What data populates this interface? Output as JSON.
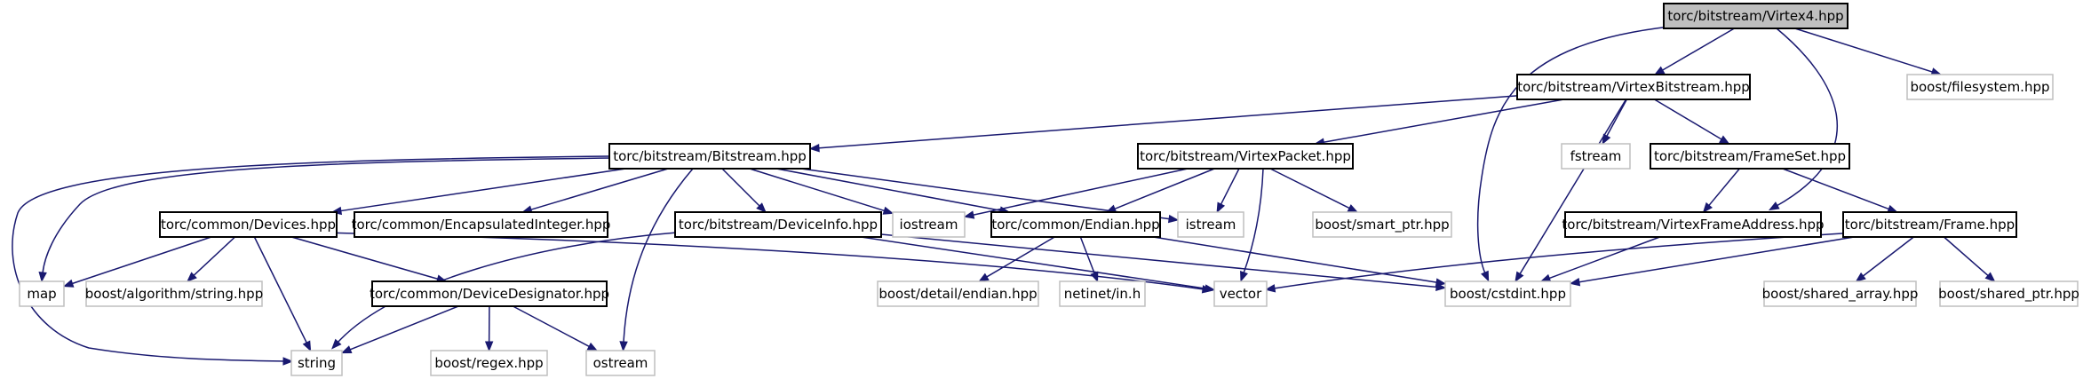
{
  "diagram": {
    "nodes": [
      {
        "id": "virtex4",
        "label": "torc/bitstream/Virtex4.hpp",
        "kind": "root"
      },
      {
        "id": "virtexbitstream",
        "label": "torc/bitstream/VirtexBitstream.hpp",
        "kind": "internal"
      },
      {
        "id": "filesystem",
        "label": "boost/filesystem.hpp",
        "kind": "external"
      },
      {
        "id": "bitstream",
        "label": "torc/bitstream/Bitstream.hpp",
        "kind": "internal"
      },
      {
        "id": "virtexpacket",
        "label": "torc/bitstream/VirtexPacket.hpp",
        "kind": "internal"
      },
      {
        "id": "fstream",
        "label": "fstream",
        "kind": "external"
      },
      {
        "id": "frameset",
        "label": "torc/bitstream/FrameSet.hpp",
        "kind": "internal"
      },
      {
        "id": "devices",
        "label": "torc/common/Devices.hpp",
        "kind": "internal"
      },
      {
        "id": "encapsulatedinteger",
        "label": "torc/common/EncapsulatedInteger.hpp",
        "kind": "internal"
      },
      {
        "id": "deviceinfo",
        "label": "torc/bitstream/DeviceInfo.hpp",
        "kind": "internal"
      },
      {
        "id": "iostream",
        "label": "iostream",
        "kind": "external"
      },
      {
        "id": "endian",
        "label": "torc/common/Endian.hpp",
        "kind": "internal"
      },
      {
        "id": "istream",
        "label": "istream",
        "kind": "external"
      },
      {
        "id": "smartptr",
        "label": "boost/smart_ptr.hpp",
        "kind": "external"
      },
      {
        "id": "virtexframeaddress",
        "label": "torc/bitstream/VirtexFrameAddress.hpp",
        "kind": "internal"
      },
      {
        "id": "frame",
        "label": "torc/bitstream/Frame.hpp",
        "kind": "internal"
      },
      {
        "id": "map",
        "label": "map",
        "kind": "external"
      },
      {
        "id": "algostring",
        "label": "boost/algorithm/string.hpp",
        "kind": "external"
      },
      {
        "id": "devicedesignator",
        "label": "torc/common/DeviceDesignator.hpp",
        "kind": "internal"
      },
      {
        "id": "detailendian",
        "label": "boost/detail/endian.hpp",
        "kind": "external"
      },
      {
        "id": "netinet",
        "label": "netinet/in.h",
        "kind": "external"
      },
      {
        "id": "vector",
        "label": "vector",
        "kind": "external"
      },
      {
        "id": "cstdint",
        "label": "boost/cstdint.hpp",
        "kind": "external"
      },
      {
        "id": "sharedarray",
        "label": "boost/shared_array.hpp",
        "kind": "external"
      },
      {
        "id": "sharedptr",
        "label": "boost/shared_ptr.hpp",
        "kind": "external"
      },
      {
        "id": "string",
        "label": "string",
        "kind": "external"
      },
      {
        "id": "regex",
        "label": "boost/regex.hpp",
        "kind": "external"
      },
      {
        "id": "ostream",
        "label": "ostream",
        "kind": "external"
      }
    ],
    "edges": [
      {
        "from": "virtex4",
        "to": "virtexbitstream"
      },
      {
        "from": "virtex4",
        "to": "filesystem"
      },
      {
        "from": "virtex4",
        "to": "cstdint"
      },
      {
        "from": "virtex4",
        "to": "virtexframeaddress"
      },
      {
        "from": "virtexbitstream",
        "to": "bitstream"
      },
      {
        "from": "virtexbitstream",
        "to": "virtexpacket"
      },
      {
        "from": "virtexbitstream",
        "to": "fstream"
      },
      {
        "from": "virtexbitstream",
        "to": "frameset"
      },
      {
        "from": "virtexbitstream",
        "to": "cstdint"
      },
      {
        "from": "bitstream",
        "to": "devices"
      },
      {
        "from": "bitstream",
        "to": "encapsulatedinteger"
      },
      {
        "from": "bitstream",
        "to": "deviceinfo"
      },
      {
        "from": "bitstream",
        "to": "iostream"
      },
      {
        "from": "bitstream",
        "to": "endian"
      },
      {
        "from": "bitstream",
        "to": "istream"
      },
      {
        "from": "bitstream",
        "to": "map"
      },
      {
        "from": "bitstream",
        "to": "string"
      },
      {
        "from": "bitstream",
        "to": "ostream"
      },
      {
        "from": "virtexpacket",
        "to": "iostream"
      },
      {
        "from": "virtexpacket",
        "to": "endian"
      },
      {
        "from": "virtexpacket",
        "to": "istream"
      },
      {
        "from": "virtexpacket",
        "to": "smartptr"
      },
      {
        "from": "virtexpacket",
        "to": "vector"
      },
      {
        "from": "frameset",
        "to": "virtexframeaddress"
      },
      {
        "from": "frameset",
        "to": "frame"
      },
      {
        "from": "devices",
        "to": "map"
      },
      {
        "from": "devices",
        "to": "algostring"
      },
      {
        "from": "devices",
        "to": "devicedesignator"
      },
      {
        "from": "devices",
        "to": "string"
      },
      {
        "from": "devices",
        "to": "vector"
      },
      {
        "from": "deviceinfo",
        "to": "string"
      },
      {
        "from": "deviceinfo",
        "to": "vector"
      },
      {
        "from": "deviceinfo",
        "to": "cstdint"
      },
      {
        "from": "endian",
        "to": "detailendian"
      },
      {
        "from": "endian",
        "to": "netinet"
      },
      {
        "from": "endian",
        "to": "cstdint"
      },
      {
        "from": "virtexframeaddress",
        "to": "cstdint"
      },
      {
        "from": "frame",
        "to": "vector"
      },
      {
        "from": "frame",
        "to": "cstdint"
      },
      {
        "from": "frame",
        "to": "sharedarray"
      },
      {
        "from": "frame",
        "to": "sharedptr"
      },
      {
        "from": "devicedesignator",
        "to": "string"
      },
      {
        "from": "devicedesignator",
        "to": "regex"
      },
      {
        "from": "devicedesignator",
        "to": "ostream"
      }
    ]
  }
}
